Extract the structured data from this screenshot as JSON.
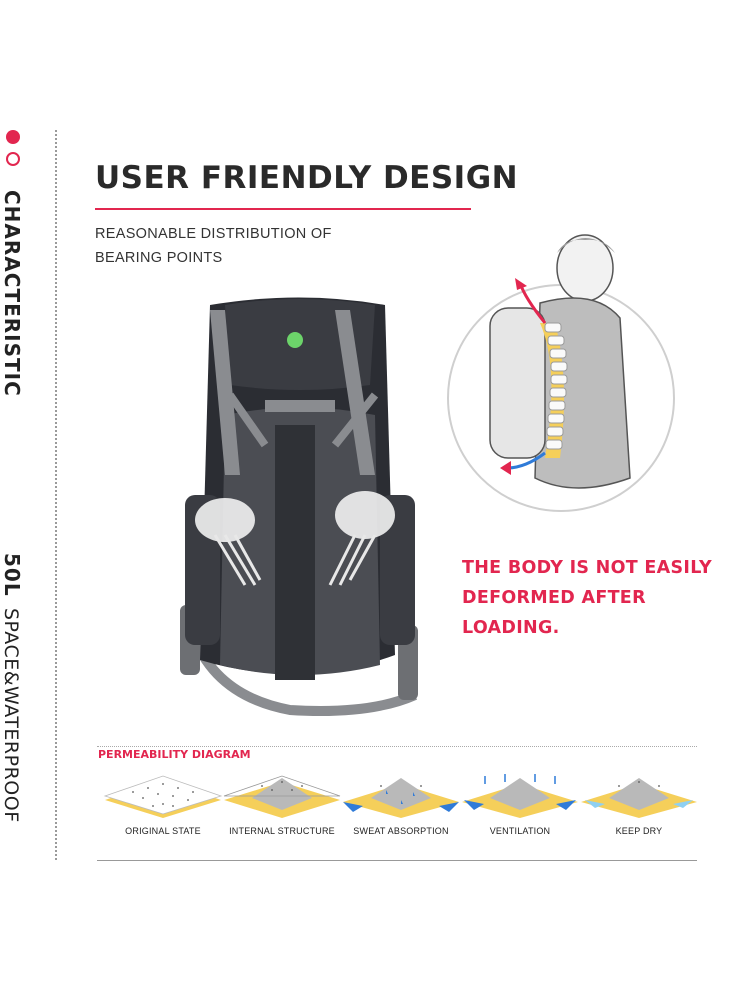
{
  "rail": {
    "characteristic": "CHARACTERISTIC",
    "capacity": "50L",
    "space_waterproof": "SPACE&WATERPROOF"
  },
  "header": {
    "title": "USER FRIENDLY DESIGN",
    "subtitle_line1": "REASONABLE DISTRIBUTION OF",
    "subtitle_line2": "BEARING POINTS"
  },
  "tagline": {
    "line1": "THE BODY IS NOT EASILY",
    "line2": "DEFORMED AFTER LOADING."
  },
  "permeability": {
    "title": "PERMEABILITY DIAGRAM",
    "stages": [
      {
        "label": "ORIGINAL STATE"
      },
      {
        "label": "INTERNAL STRUCTURE"
      },
      {
        "label": "SWEAT ABSORPTION"
      },
      {
        "label": "VENTILATION"
      },
      {
        "label": "KEEP DRY"
      }
    ]
  },
  "colors": {
    "accent": "#e2264f",
    "pack_body": "#2b2d33",
    "strap": "#8a8c90",
    "layer_yellow": "#f5cf5a",
    "layer_gray": "#b9b9b9",
    "arrow_blue": "#2f7bd8"
  },
  "icons": {
    "illustration_left": "backpack-back-view",
    "illustration_right": "person-wearing-backpack-spine",
    "airflow": "airflow-puff"
  }
}
